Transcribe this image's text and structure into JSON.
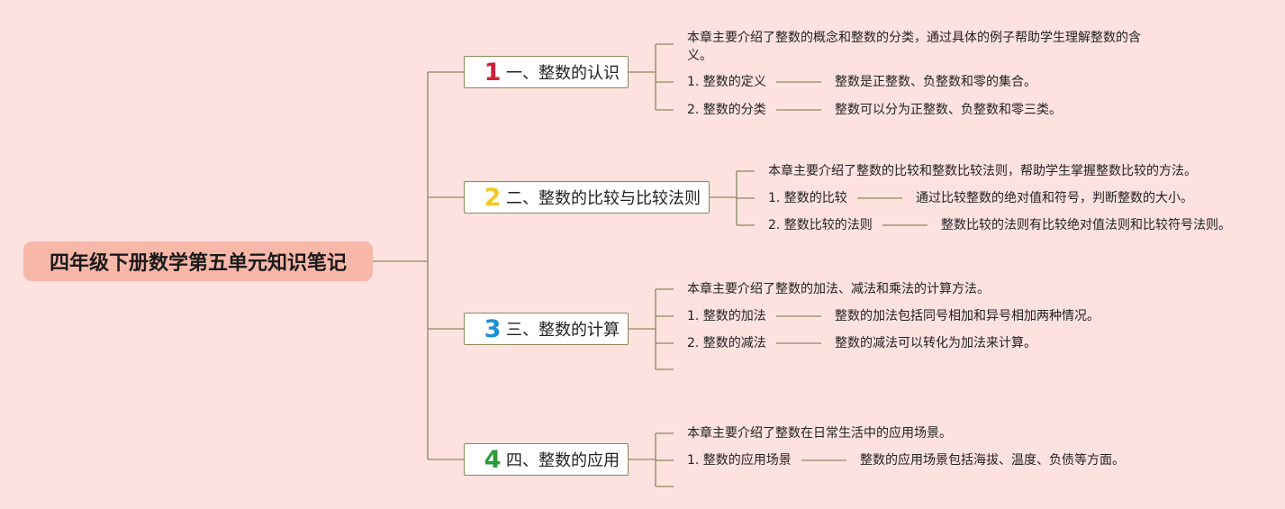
{
  "root": {
    "title": "四年级下册数学第五单元知识笔记"
  },
  "colors": {
    "background": "#fde2e0",
    "root_fill": "#f7b7a9",
    "line": "#8a8a5a"
  },
  "sections": [
    {
      "number": "1",
      "number_color": "#d0203a",
      "title": "一、整数的认识",
      "summary": "本章主要介绍了整数的概念和整数的分类，通过具体的例子帮助学生理解整数的含义。",
      "items": [
        {
          "label": "1. 整数的定义",
          "detail": "整数是正整数、负整数和零的集合。"
        },
        {
          "label": "2. 整数的分类",
          "detail": "整数可以分为正整数、负整数和零三类。"
        }
      ]
    },
    {
      "number": "2",
      "number_color": "#f2c92a",
      "title": "二、整数的比较与比较法则",
      "summary": "本章主要介绍了整数的比较和整数比较法则，帮助学生掌握整数比较的方法。",
      "items": [
        {
          "label": "1. 整数的比较",
          "detail": "通过比较整数的绝对值和符号，判断整数的大小。"
        },
        {
          "label": "2. 整数比较的法则",
          "detail": "整数比较的法则有比较绝对值法则和比较符号法则。"
        }
      ]
    },
    {
      "number": "3",
      "number_color": "#1e8fd6",
      "title": "三、整数的计算",
      "summary": "本章主要介绍了整数的加法、减法和乘法的计算方法。",
      "items": [
        {
          "label": "1. 整数的加法",
          "detail": "整数的加法包括同号相加和异号相加两种情况。"
        },
        {
          "label": "2. 整数的减法",
          "detail": "整数的减法可以转化为加法来计算。"
        }
      ]
    },
    {
      "number": "4",
      "number_color": "#2a9a3a",
      "title": "四、整数的应用",
      "summary": "本章主要介绍了整数在日常生活中的应用场景。",
      "items": [
        {
          "label": "1. 整数的应用场景",
          "detail": "整数的应用场景包括海拔、温度、负债等方面。"
        }
      ]
    }
  ]
}
